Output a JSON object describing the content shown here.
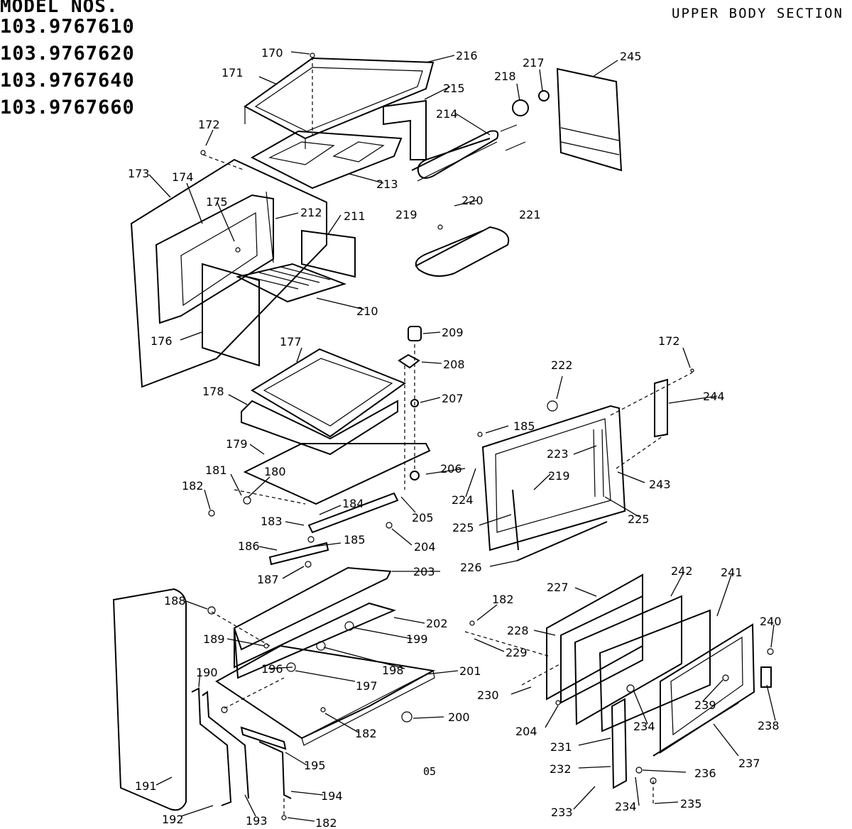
{
  "header": {
    "model_title": "MODEL NOS.",
    "model_numbers": [
      "103.9767610",
      "103.9767620",
      "103.9767640",
      "103.9767660"
    ],
    "section_title": "UPPER BODY SECTION"
  },
  "footer": {
    "page_code": "05"
  },
  "part_labels": [
    "170",
    "171",
    "172",
    "173",
    "174",
    "175",
    "216",
    "217",
    "218",
    "245",
    "215",
    "214",
    "213",
    "212",
    "211",
    "220",
    "219",
    "221",
    "210",
    "176",
    "177",
    "209",
    "208",
    "207",
    "178",
    "179",
    "180",
    "181",
    "182",
    "183",
    "184",
    "185",
    "186",
    "187",
    "205",
    "206",
    "204",
    "172",
    "222",
    "244",
    "185",
    "223",
    "219",
    "224",
    "225",
    "243",
    "225",
    "226",
    "203",
    "227",
    "242",
    "241",
    "188",
    "182",
    "228",
    "240",
    "202",
    "189",
    "199",
    "229",
    "190",
    "196",
    "198",
    "197",
    "201",
    "230",
    "239",
    "204",
    "234",
    "238",
    "200",
    "182",
    "231",
    "237",
    "232",
    "236",
    "195",
    "194",
    "191",
    "192",
    "193",
    "182",
    "233",
    "234",
    "235"
  ]
}
